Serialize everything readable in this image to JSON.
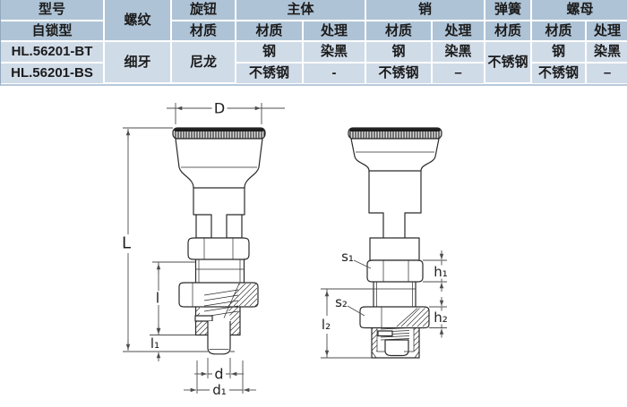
{
  "table": {
    "headers": {
      "model": "型号",
      "model_sub": "自锁型",
      "thread": "螺纹",
      "knob": "旋钮",
      "body": "主体",
      "pin": "销",
      "spring": "弹簧",
      "nut": "螺母",
      "material": "材质",
      "finish": "处理"
    },
    "shared": {
      "thread_type": "细牙",
      "knob_material": "尼龙",
      "spring_material": "不锈钢"
    },
    "rows": [
      {
        "model": "HL.56201-BT",
        "body_material": "钢",
        "body_finish": "染黑",
        "pin_material": "钢",
        "pin_finish": "染黑",
        "nut_material": "钢",
        "nut_finish": "染黑"
      },
      {
        "model": "HL.56201-BS",
        "body_material": "不锈钢",
        "body_finish": "-",
        "pin_material": "不锈钢",
        "pin_finish": "–",
        "nut_material": "不锈钢",
        "nut_finish": "–"
      }
    ]
  },
  "drawing": {
    "dims": {
      "D": "D",
      "L": "L",
      "l": "l",
      "l1": "l₁",
      "d": "d",
      "d1": "d₁",
      "s1": "s₁",
      "s2": "s₂",
      "l2": "l₂",
      "h1": "h₁",
      "h2": "h₂"
    }
  },
  "colors": {
    "header_bg": "#afc3d6",
    "row_bg": "#d0dbe8",
    "cell_border": "#ffffff",
    "table_bottom_border": "#b7c9db",
    "table_left_border": "#93a9bd",
    "table_text": "#1b1b1b",
    "outline": "#2b2b2b",
    "dimension_line": "#4d4d4d",
    "background": "#ffffff"
  }
}
